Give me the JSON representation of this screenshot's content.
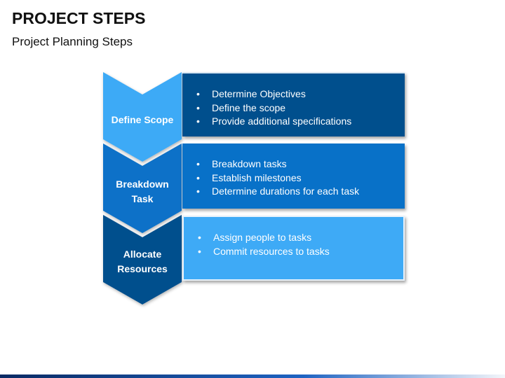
{
  "title": "PROJECT STEPS",
  "subtitle": "Project Planning Steps",
  "colors": {
    "step1": "#3eaaf6",
    "step2": "#0871c8",
    "step3": "#004f8d"
  },
  "steps": [
    {
      "label_lines": [
        "Define Scope"
      ],
      "bullets": [
        "Determine Objectives",
        "Define the scope",
        "Provide additional specifications"
      ]
    },
    {
      "label_lines": [
        "Breakdown",
        "Task"
      ],
      "bullets": [
        "Breakdown tasks",
        "Establish milestones",
        "Determine durations for each task"
      ]
    },
    {
      "label_lines": [
        "Allocate",
        "Resources"
      ],
      "bullets": [
        "Assign people to tasks",
        "Commit resources to tasks"
      ]
    }
  ]
}
